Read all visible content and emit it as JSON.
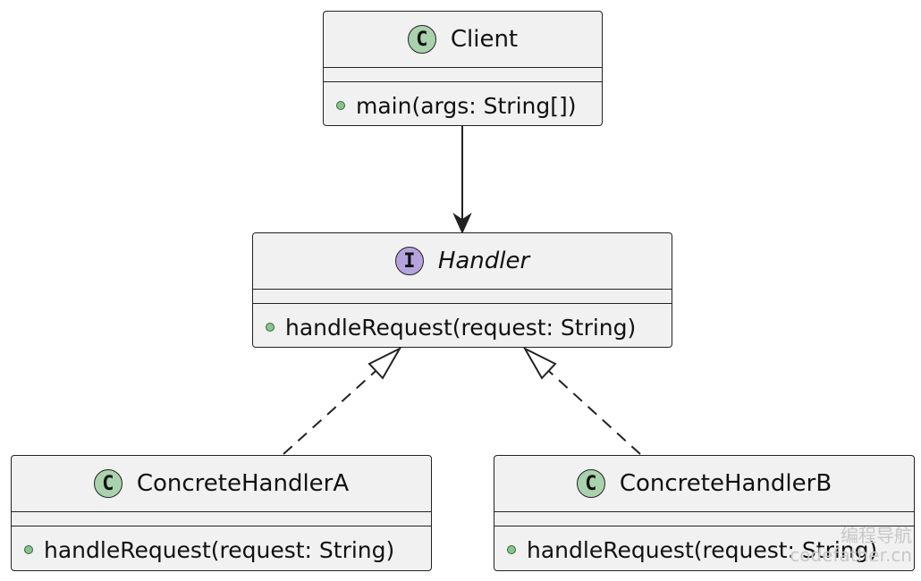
{
  "diagram": {
    "classes": [
      {
        "id": "client",
        "name": "Client",
        "badge": "C",
        "badge_color": "#a9d2ad",
        "italic": false,
        "method": "main(args: String[])"
      },
      {
        "id": "handler",
        "name": "Handler",
        "badge": "I",
        "badge_color": "#b4a3dc",
        "italic": true,
        "method": "handleRequest(request: String)"
      },
      {
        "id": "concrete-a",
        "name": "ConcreteHandlerA",
        "badge": "C",
        "badge_color": "#a9d2ad",
        "italic": false,
        "method": "handleRequest(request: String)"
      },
      {
        "id": "concrete-b",
        "name": "ConcreteHandlerB",
        "badge": "C",
        "badge_color": "#a9d2ad",
        "italic": false,
        "method": "handleRequest(request: String)"
      }
    ],
    "relations": [
      {
        "from": "client",
        "to": "handler",
        "type": "association"
      },
      {
        "from": "concrete-a",
        "to": "handler",
        "type": "realization"
      },
      {
        "from": "concrete-b",
        "to": "handler",
        "type": "realization"
      }
    ],
    "colors": {
      "box_fill": "#f1f1f1",
      "border": "#222222",
      "method_dot": "#8bc28f"
    }
  },
  "watermark": {
    "line1": "编程导航",
    "line2": "codefather.cn"
  }
}
